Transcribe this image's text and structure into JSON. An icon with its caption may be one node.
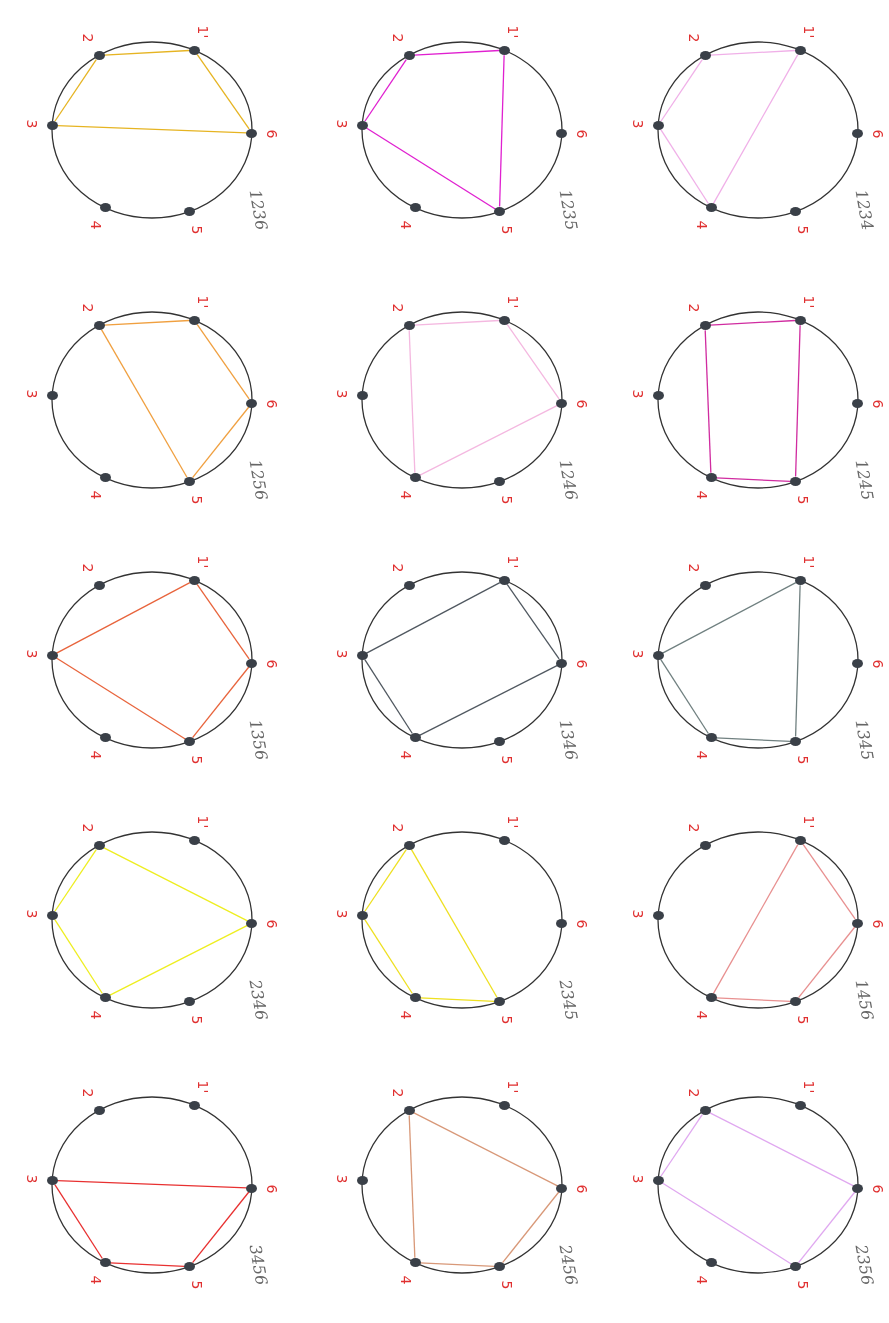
{
  "diagram": {
    "nodes": [
      {
        "text": [],
        "shape": "circle",
        "beside": [
          "1'"
        ]
      },
      {
        "text": [],
        "shape": "circle",
        "beside": [
          "2"
        ]
      },
      {
        "text": [],
        "shape": "circle",
        "beside": [
          "3"
        ]
      },
      {
        "text": [],
        "shape": "circle",
        "beside": [
          "4"
        ]
      },
      {
        "text": [],
        "shape": "circle",
        "beside": [
          "5"
        ]
      },
      {
        "text": [],
        "shape": "circle",
        "beside": [
          "6"
        ]
      },
      {
        "text": [],
        "shape": "circle",
        "beside": [
          "1'"
        ]
      },
      {
        "text": [],
        "shape": "circle",
        "beside": [
          "2"
        ]
      },
      {
        "text": [],
        "shape": "circle",
        "beside": [
          "3"
        ]
      },
      {
        "text": [],
        "shape": "circle",
        "beside": [
          "4"
        ]
      },
      {
        "text": [],
        "shape": "circle",
        "beside": [
          "5"
        ]
      },
      {
        "text": [],
        "shape": "circle",
        "beside": [
          "6"
        ]
      },
      {
        "text": [],
        "shape": "circle",
        "beside": [
          "1'"
        ]
      },
      {
        "text": [],
        "shape": "circle",
        "beside": [
          "2"
        ]
      },
      {
        "text": [],
        "shape": "circle",
        "beside": [
          "3"
        ]
      },
      {
        "text": [],
        "shape": "circle",
        "beside": [
          "4"
        ]
      },
      {
        "text": [],
        "shape": "circle",
        "beside": [
          "5"
        ]
      },
      {
        "text": [],
        "shape": "circle",
        "beside": [
          "6"
        ]
      },
      {
        "text": [],
        "shape": "circle",
        "beside": [
          "1'"
        ]
      },
      {
        "text": [],
        "shape": "circle",
        "beside": [
          "2"
        ]
      },
      {
        "text": [],
        "shape": "circle",
        "beside": [
          "3"
        ]
      },
      {
        "text": [],
        "shape": "circle",
        "beside": [
          "4"
        ]
      },
      {
        "text": [],
        "shape": "circle",
        "beside": [
          "5"
        ]
      },
      {
        "text": [],
        "shape": "circle",
        "beside": [
          "6"
        ]
      },
      {
        "text": [],
        "shape": "circle",
        "beside": [
          "1'"
        ]
      },
      {
        "text": [],
        "shape": "circle",
        "beside": [
          "2"
        ]
      },
      {
        "text": [],
        "shape": "circle",
        "beside": [
          "3"
        ]
      },
      {
        "text": [],
        "shape": "circle",
        "beside": [
          "4"
        ]
      },
      {
        "text": [],
        "shape": "circle",
        "beside": [
          "5"
        ]
      },
      {
        "text": [],
        "shape": "circle",
        "beside": [
          "6"
        ]
      },
      {
        "text": [],
        "shape": "circle",
        "beside": [
          "1'"
        ]
      },
      {
        "text": [],
        "shape": "circle",
        "beside": [
          "2"
        ]
      },
      {
        "text": [],
        "shape": "circle",
        "beside": [
          "3"
        ]
      },
      {
        "text": [],
        "shape": "circle",
        "beside": [
          "4"
        ]
      },
      {
        "text": [],
        "shape": "circle",
        "beside": [
          "5"
        ]
      },
      {
        "text": [],
        "shape": "circle",
        "beside": [
          "6"
        ]
      },
      {
        "text": [],
        "shape": "circle",
        "beside": [
          "1'"
        ]
      },
      {
        "text": [],
        "shape": "circle",
        "beside": [
          "2"
        ]
      },
      {
        "text": [],
        "shape": "circle",
        "beside": [
          "3"
        ]
      },
      {
        "text": [],
        "shape": "circle",
        "beside": [
          "4"
        ]
      },
      {
        "text": [],
        "shape": "circle",
        "beside": [
          "5"
        ]
      },
      {
        "text": [],
        "shape": "circle",
        "beside": [
          "6"
        ]
      },
      {
        "text": [],
        "shape": "circle",
        "beside": [
          "1'"
        ]
      },
      {
        "text": [],
        "shape": "circle",
        "beside": [
          "2"
        ]
      },
      {
        "text": [],
        "shape": "circle",
        "beside": [
          "3"
        ]
      },
      {
        "text": [],
        "shape": "circle",
        "beside": [
          "4"
        ]
      },
      {
        "text": [],
        "shape": "circle",
        "beside": [
          "5"
        ]
      },
      {
        "text": [],
        "shape": "circle",
        "beside": [
          "6"
        ]
      },
      {
        "text": [],
        "shape": "circle",
        "beside": [
          "1'"
        ]
      },
      {
        "text": [],
        "shape": "circle",
        "beside": [
          "2"
        ]
      },
      {
        "text": [],
        "shape": "circle",
        "beside": [
          "3"
        ]
      },
      {
        "text": [],
        "shape": "circle",
        "beside": [
          "4"
        ]
      },
      {
        "text": [],
        "shape": "circle",
        "beside": [
          "5"
        ]
      },
      {
        "text": [],
        "shape": "circle",
        "beside": [
          "6"
        ]
      },
      {
        "text": [],
        "shape": "circle",
        "beside": [
          "1'"
        ]
      },
      {
        "text": [],
        "shape": "circle",
        "beside": [
          "2"
        ]
      },
      {
        "text": [],
        "shape": "circle",
        "beside": [
          "3"
        ]
      },
      {
        "text": [],
        "shape": "circle",
        "beside": [
          "4"
        ]
      },
      {
        "text": [],
        "shape": "circle",
        "beside": [
          "5"
        ]
      },
      {
        "text": [],
        "shape": "circle",
        "beside": [
          "6"
        ]
      },
      {
        "text": [],
        "shape": "circle",
        "beside": [
          "1'"
        ]
      },
      {
        "text": [],
        "shape": "circle",
        "beside": [
          "2"
        ]
      },
      {
        "text": [],
        "shape": "circle",
        "beside": [
          "3"
        ]
      },
      {
        "text": [],
        "shape": "circle",
        "beside": [
          "4"
        ]
      },
      {
        "text": [],
        "shape": "circle",
        "beside": [
          "5"
        ]
      },
      {
        "text": [],
        "shape": "circle",
        "beside": [
          "6"
        ]
      },
      {
        "text": [],
        "shape": "circle",
        "beside": [
          "1'"
        ]
      },
      {
        "text": [],
        "shape": "circle",
        "beside": [
          "2"
        ]
      },
      {
        "text": [],
        "shape": "circle",
        "beside": [
          "3"
        ]
      },
      {
        "text": [],
        "shape": "circle",
        "beside": [
          "4"
        ]
      },
      {
        "text": [],
        "shape": "circle",
        "beside": [
          "5"
        ]
      },
      {
        "text": [],
        "shape": "circle",
        "beside": [
          "6"
        ]
      },
      {
        "text": [],
        "shape": "circle",
        "beside": [
          "1'"
        ]
      },
      {
        "text": [],
        "shape": "circle",
        "beside": [
          "2"
        ]
      },
      {
        "text": [],
        "shape": "circle",
        "beside": [
          "3"
        ]
      },
      {
        "text": [],
        "shape": "circle",
        "beside": [
          "4"
        ]
      },
      {
        "text": [],
        "shape": "circle",
        "beside": [
          "5"
        ]
      },
      {
        "text": [],
        "shape": "circle",
        "beside": [
          "6"
        ]
      },
      {
        "text": [],
        "shape": "circle",
        "beside": [
          "1'"
        ]
      },
      {
        "text": [],
        "shape": "circle",
        "beside": [
          "2"
        ]
      },
      {
        "text": [],
        "shape": "circle",
        "beside": [
          "3"
        ]
      },
      {
        "text": [],
        "shape": "circle",
        "beside": [
          "4"
        ]
      },
      {
        "text": [],
        "shape": "circle",
        "beside": [
          "5"
        ]
      },
      {
        "text": [],
        "shape": "circle",
        "beside": [
          "6"
        ]
      },
      {
        "text": [],
        "shape": "circle",
        "beside": [
          "1'"
        ]
      },
      {
        "text": [],
        "shape": "circle",
        "beside": [
          "2"
        ]
      },
      {
        "text": [],
        "shape": "circle",
        "beside": [
          "3"
        ]
      },
      {
        "text": [],
        "shape": "circle",
        "beside": [
          "4"
        ]
      },
      {
        "text": [],
        "shape": "circle",
        "beside": [
          "5"
        ]
      },
      {
        "text": [],
        "shape": "circle",
        "beside": [
          "6"
        ]
      }
    ],
    "edges": [
      {
        "from": 1,
        "to": 0,
        "arrow": "none",
        "color": "#e6b422"
      },
      {
        "from": 0,
        "to": 5,
        "arrow": "none",
        "color": "#e6b422"
      },
      {
        "from": 5,
        "to": 2,
        "arrow": "none",
        "color": "#e6b422"
      },
      {
        "from": 2,
        "to": 1,
        "arrow": "none",
        "color": "#e6b422"
      },
      {
        "from": 7,
        "to": 6,
        "arrow": "none",
        "color": "#e020d0"
      },
      {
        "from": 6,
        "to": 10,
        "arrow": "none",
        "color": "#e020d0"
      },
      {
        "from": 10,
        "to": 8,
        "arrow": "none",
        "color": "#e020d0"
      },
      {
        "from": 8,
        "to": 7,
        "arrow": "none",
        "color": "#e020d0"
      },
      {
        "from": 13,
        "to": 12,
        "arrow": "none",
        "color": "#f0b0e8"
      },
      {
        "from": 12,
        "to": 15,
        "arrow": "none",
        "color": "#f0b0e8"
      },
      {
        "from": 15,
        "to": 14,
        "arrow": "none",
        "color": "#f0b0e8"
      },
      {
        "from": 14,
        "to": 13,
        "arrow": "none",
        "color": "#f0b0e8"
      },
      {
        "from": 19,
        "to": 18,
        "arrow": "none",
        "color": "#f0a040"
      },
      {
        "from": 18,
        "to": 23,
        "arrow": "none",
        "color": "#f0a040"
      },
      {
        "from": 23,
        "to": 22,
        "arrow": "none",
        "color": "#f0a040"
      },
      {
        "from": 22,
        "to": 19,
        "arrow": "none",
        "color": "#f0a040"
      },
      {
        "from": 25,
        "to": 24,
        "arrow": "none",
        "color": "#f4b8e0"
      },
      {
        "from": 24,
        "to": 29,
        "arrow": "none",
        "color": "#f4b8e0"
      },
      {
        "from": 29,
        "to": 27,
        "arrow": "none",
        "color": "#f4b8e0"
      },
      {
        "from": 27,
        "to": 25,
        "arrow": "none",
        "color": "#f4b8e0"
      },
      {
        "from": 31,
        "to": 30,
        "arrow": "none",
        "color": "#d02ca0"
      },
      {
        "from": 30,
        "to": 34,
        "arrow": "none",
        "color": "#d02ca0"
      },
      {
        "from": 34,
        "to": 33,
        "arrow": "none",
        "color": "#d02ca0"
      },
      {
        "from": 33,
        "to": 31,
        "arrow": "none",
        "color": "#d02ca0"
      },
      {
        "from": 36,
        "to": 41,
        "arrow": "none",
        "color": "#e8643c"
      },
      {
        "from": 41,
        "to": 40,
        "arrow": "none",
        "color": "#e8643c"
      },
      {
        "from": 40,
        "to": 38,
        "arrow": "none",
        "color": "#e8643c"
      },
      {
        "from": 38,
        "to": 36,
        "arrow": "none",
        "color": "#e8643c"
      },
      {
        "from": 42,
        "to": 47,
        "arrow": "none",
        "color": "#505860"
      },
      {
        "from": 47,
        "to": 45,
        "arrow": "none",
        "color": "#505860"
      },
      {
        "from": 45,
        "to": 44,
        "arrow": "none",
        "color": "#505860"
      },
      {
        "from": 44,
        "to": 42,
        "arrow": "none",
        "color": "#505860"
      },
      {
        "from": 48,
        "to": 52,
        "arrow": "none",
        "color": "#708080"
      },
      {
        "from": 52,
        "to": 51,
        "arrow": "none",
        "color": "#708080"
      },
      {
        "from": 51,
        "to": 50,
        "arrow": "none",
        "color": "#708080"
      },
      {
        "from": 50,
        "to": 48,
        "arrow": "none",
        "color": "#708080"
      },
      {
        "from": 55,
        "to": 59,
        "arrow": "none",
        "color": "#eeee20"
      },
      {
        "from": 59,
        "to": 57,
        "arrow": "none",
        "color": "#eeee20"
      },
      {
        "from": 57,
        "to": 56,
        "arrow": "none",
        "color": "#eeee20"
      },
      {
        "from": 56,
        "to": 55,
        "arrow": "none",
        "color": "#eeee20"
      },
      {
        "from": 61,
        "to": 64,
        "arrow": "none",
        "color": "#eee020"
      },
      {
        "from": 64,
        "to": 63,
        "arrow": "none",
        "color": "#eee020"
      },
      {
        "from": 63,
        "to": 62,
        "arrow": "none",
        "color": "#eee020"
      },
      {
        "from": 62,
        "to": 61,
        "arrow": "none",
        "color": "#eee020"
      },
      {
        "from": 66,
        "to": 71,
        "arrow": "none",
        "color": "#e89090"
      },
      {
        "from": 71,
        "to": 70,
        "arrow": "none",
        "color": "#e89090"
      },
      {
        "from": 70,
        "to": 69,
        "arrow": "none",
        "color": "#e89090"
      },
      {
        "from": 69,
        "to": 66,
        "arrow": "none",
        "color": "#e89090"
      },
      {
        "from": 74,
        "to": 77,
        "arrow": "none",
        "color": "#e83030"
      },
      {
        "from": 77,
        "to": 76,
        "arrow": "none",
        "color": "#e83030"
      },
      {
        "from": 76,
        "to": 75,
        "arrow": "none",
        "color": "#e83030"
      },
      {
        "from": 75,
        "to": 74,
        "arrow": "none",
        "color": "#e83030"
      },
      {
        "from": 79,
        "to": 83,
        "arrow": "none",
        "color": "#d89878"
      },
      {
        "from": 83,
        "to": 82,
        "arrow": "none",
        "color": "#d89878"
      },
      {
        "from": 82,
        "to": 81,
        "arrow": "none",
        "color": "#d89878"
      },
      {
        "from": 81,
        "to": 79,
        "arrow": "none",
        "color": "#d89878"
      },
      {
        "from": 85,
        "to": 89,
        "arrow": "none",
        "color": "#e0a8f0"
      },
      {
        "from": 89,
        "to": 88,
        "arrow": "none",
        "color": "#e0a8f0"
      },
      {
        "from": 88,
        "to": 86,
        "arrow": "none",
        "color": "#e0a8f0"
      },
      {
        "from": 86,
        "to": 85,
        "arrow": "none",
        "color": "#e0a8f0"
      }
    ],
    "labels": [
      "1236",
      "1235",
      "1234",
      "1256",
      "1246",
      "1245",
      "1356",
      "1346",
      "1345",
      "2346",
      "2345",
      "1456",
      "3456",
      "2456",
      "2356"
    ]
  }
}
